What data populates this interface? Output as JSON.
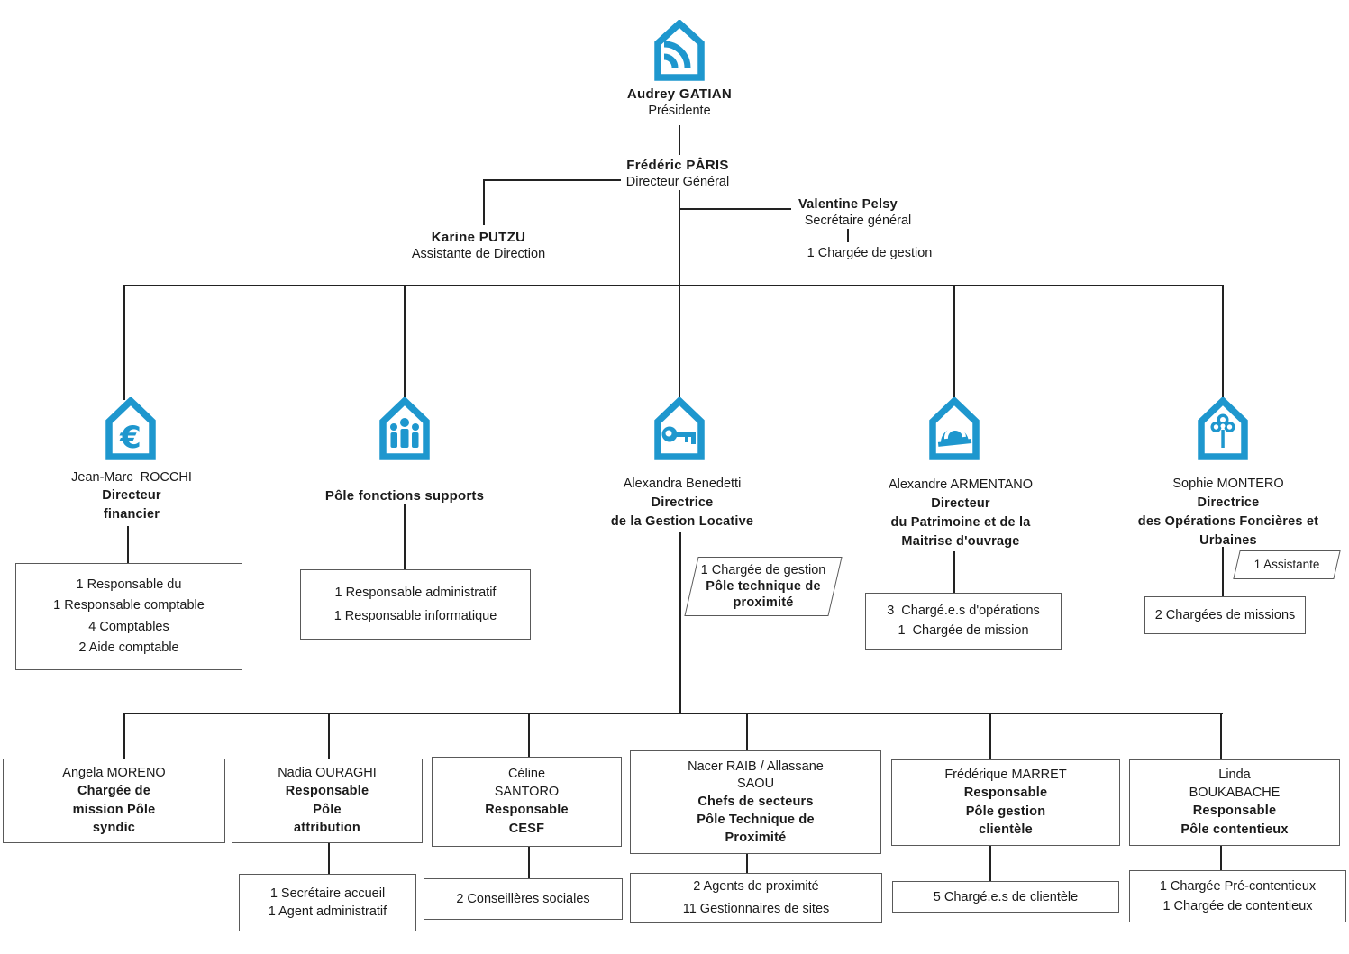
{
  "colors": {
    "accent": "#1e97ce",
    "connector": "#222222",
    "box_border": "#595959",
    "text": "#1a1a1a"
  },
  "top": {
    "president": {
      "name": "Audrey GATIAN",
      "title": "Présidente"
    },
    "directeur_general": {
      "name": "Frédéric PÂRIS",
      "title": "Directeur  Général"
    },
    "assistante": {
      "name": "Karine PUTZU",
      "title": "Assistante de Direction"
    },
    "secretaire_general": {
      "name": "Valentine Pelsy",
      "title": "Secrétaire général",
      "staff": "1 Chargée de gestion"
    }
  },
  "branches": [
    {
      "icon": "euro-house-icon",
      "name_lines": [
        "Jean-Marc  ROCCHI"
      ],
      "title_lines": [
        "Directeur",
        "financier"
      ],
      "staff_lines": [
        "1 Responsable du",
        "1 Responsable comptable",
        "4 Comptables",
        "2 Aide comptable"
      ]
    },
    {
      "icon": "family-house-icon",
      "name_lines": [],
      "title_lines": [
        "Pôle fonctions supports"
      ],
      "staff_lines": [
        "1 Responsable administratif",
        "1 Responsable informatique"
      ]
    },
    {
      "icon": "key-house-icon",
      "name_lines": [
        "Alexandra Benedetti"
      ],
      "title_lines": [
        "Directrice",
        "de la Gestion Locative"
      ],
      "tag": {
        "line1": "1 Chargée de gestion",
        "bold_lines": [
          "Pôle technique de",
          "proximité"
        ]
      }
    },
    {
      "icon": "hardhat-house-icon",
      "name_lines": [
        "Alexandre ARMENTANO"
      ],
      "title_lines": [
        "Directeur",
        "du Patrimoine et de la",
        "Maitrise d'ouvrage"
      ],
      "staff_lines": [
        "3  Chargé.e.s d'opérations",
        "1  Chargée de mission"
      ]
    },
    {
      "icon": "tree-house-icon",
      "name_lines": [
        "Sophie MONTERO"
      ],
      "title_lines": [
        "Directrice",
        "des Opérations Foncières et",
        "Urbaines"
      ],
      "tag": {
        "line1": "1 Assistante"
      },
      "staff_lines": [
        "2 Chargées de missions"
      ]
    }
  ],
  "teams": [
    {
      "name_lines": [
        "Angela MORENO"
      ],
      "title_lines": [
        "Chargée de",
        "mission Pôle",
        "syndic"
      ]
    },
    {
      "name_lines": [
        "Nadia OURAGHI"
      ],
      "title_lines": [
        "Responsable",
        "Pôle",
        "attribution"
      ],
      "staff_lines": [
        "1 Secrétaire accueil",
        "1 Agent administratif"
      ]
    },
    {
      "name_lines": [
        "Céline",
        "SANTORO"
      ],
      "title_lines": [
        "Responsable",
        "CESF"
      ],
      "staff_lines": [
        "2 Conseillères sociales"
      ]
    },
    {
      "name_lines": [
        "Nacer RAIB / Allassane",
        "SAOU"
      ],
      "title_lines": [
        "Chefs de secteurs",
        "Pôle Technique de",
        "Proximité"
      ],
      "staff_lines": [
        "2 Agents de proximité",
        "11 Gestionnaires de sites"
      ]
    },
    {
      "name_lines": [
        "Frédérique MARRET"
      ],
      "title_lines": [
        "Responsable",
        "Pôle gestion",
        "clientèle"
      ],
      "staff_lines": [
        "5 Chargé.e.s de clientèle"
      ]
    },
    {
      "name_lines": [
        "Linda",
        "BOUKABACHE"
      ],
      "title_lines": [
        "Responsable",
        "Pôle contentieux"
      ],
      "staff_lines": [
        "1 Chargée Pré-contentieux",
        "1 Chargée de contentieux"
      ]
    }
  ]
}
